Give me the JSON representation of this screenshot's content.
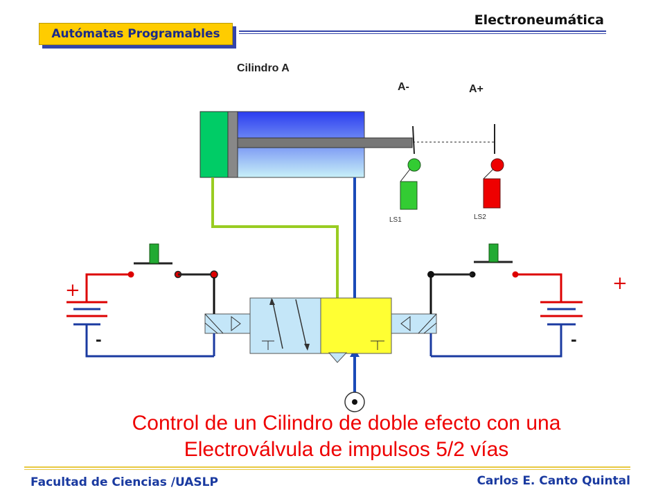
{
  "header": {
    "title": "Electroneumática",
    "badge": "Autómatas Programables"
  },
  "diagram": {
    "cylinder_label": "Cilindro A",
    "position_minus": "A-",
    "position_plus": "A+",
    "sensor_1": "LS1",
    "sensor_2": "LS2",
    "plus_sign": "+",
    "minus_sign": "-",
    "colors": {
      "wire_red": "#dd0000",
      "wire_blue": "#1a3aa0",
      "air_blue": "#1a4ab8",
      "air_green": "#99cc22",
      "valve_blue": "#c4e6f8",
      "valve_yellow": "#ffff33",
      "sensor_green": "#33cc33",
      "sensor_red": "#ee0000",
      "button_green": "#22aa33"
    }
  },
  "caption": {
    "line1": "Control de un Cilindro de doble efecto con una",
    "line2": "Electroválvula de impulsos 5/2 vías"
  },
  "footer": {
    "left": "Facultad de Ciencias /UASLP",
    "right": "Carlos E. Canto Quintal"
  }
}
